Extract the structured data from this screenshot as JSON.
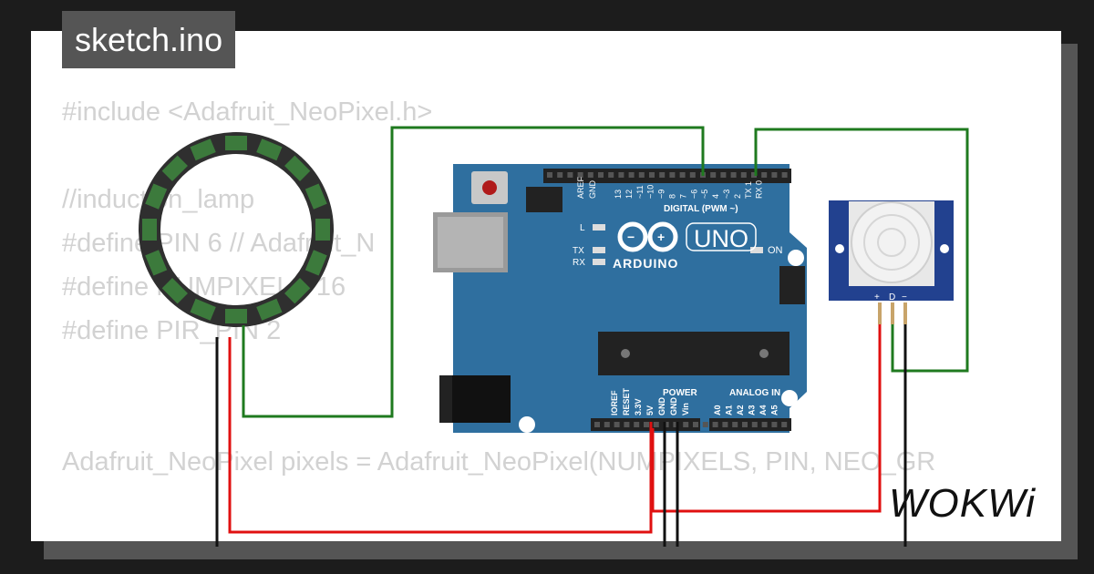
{
  "file": {
    "name": "sketch.ino"
  },
  "code_lines": [
    "#include <Adafruit_NeoPixel.h>",
    " //induction_lamp",
    "#define PIN 6 // Adafruit_N",
    "#define NUMPIXELS 16",
    "#define PIR_PIN 2",
    "Adafruit_NeoPixel pixels = Adafruit_NeoPixel(NUMPIXELS, PIN, NEO_GR"
  ],
  "board": {
    "model": "UNO",
    "brand": "ARDUINO",
    "on_label": "ON",
    "l_label": "L",
    "tx_label": "TX",
    "rx_label": "RX",
    "aref_label": "AREF",
    "gnd_label": "GND",
    "digital_header": "DIGITAL (PWM ~)",
    "digital_pins": [
      "13",
      "12",
      "~11",
      "~10",
      "~9",
      "8",
      "7",
      "~6",
      "~5",
      "4",
      "~3",
      "2",
      "TX 1",
      "RX 0"
    ],
    "power_header": "POWER",
    "power_pins": [
      "IOREF",
      "RESET",
      "3.3V",
      "5V",
      "GND",
      "GND",
      "Vin"
    ],
    "analog_header": "ANALOG IN",
    "analog_pins": [
      "A0",
      "A1",
      "A2",
      "A3",
      "A4",
      "A5"
    ]
  },
  "pir": {
    "pin_plus": "+",
    "pin_d": "D",
    "pin_minus": "−"
  },
  "brand_logo": "WOKWi",
  "colors": {
    "board": "#2f6f9f",
    "wire_green": "#1f7a1f",
    "wire_red": "#e01010",
    "wire_black": "#111111",
    "ring": "#2f2f2f",
    "led": "#3c7a3c"
  }
}
